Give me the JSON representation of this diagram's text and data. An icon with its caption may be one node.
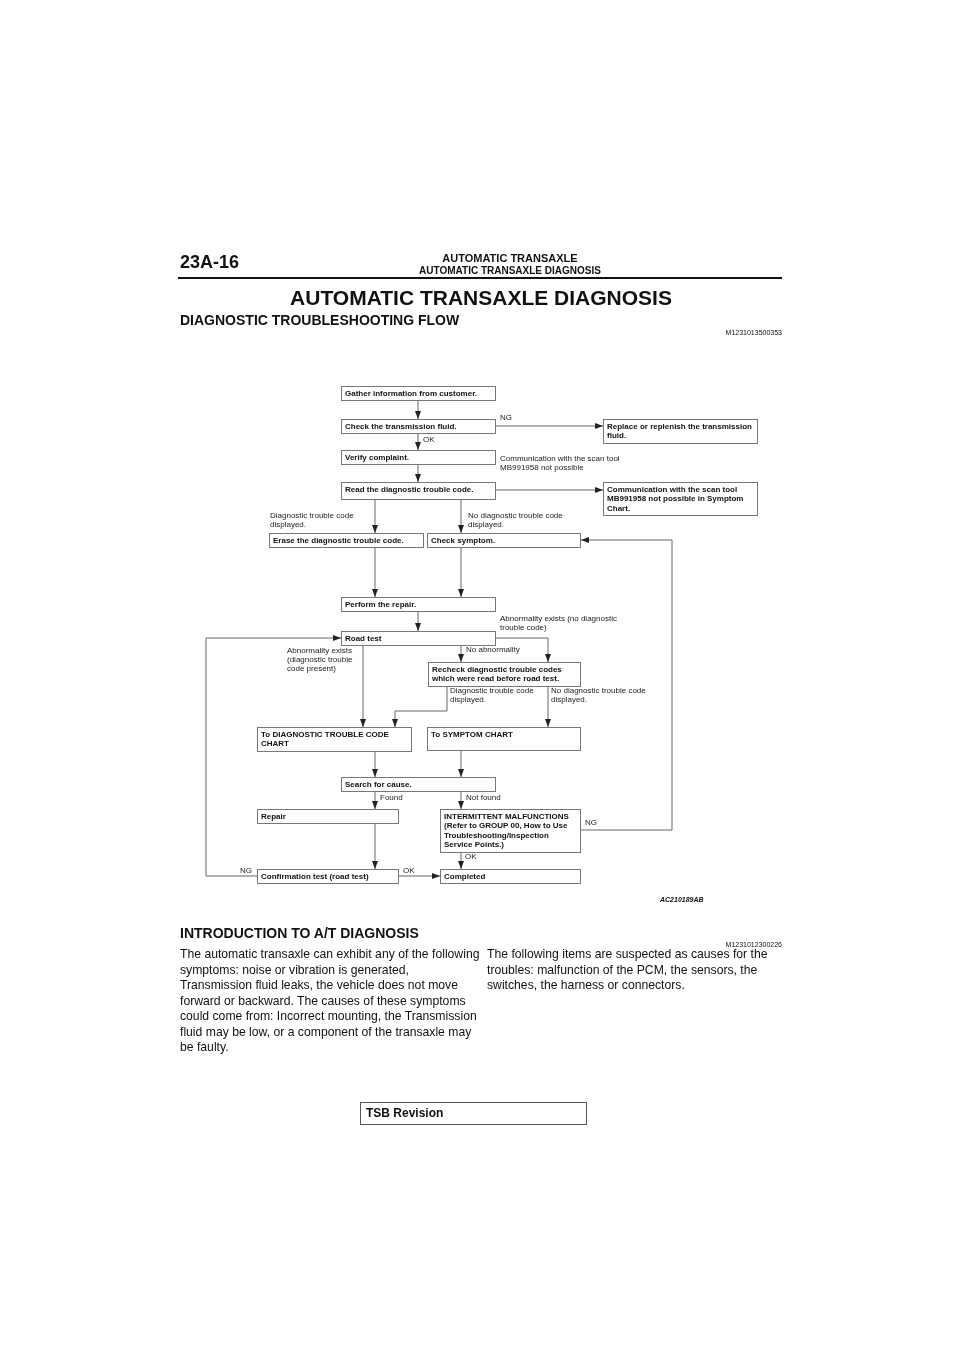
{
  "diagram": {
    "title": "AUTOMATIC TRANSAXLE DIAGNOSIS",
    "nodes": [
      {
        "text": [
          "Gather information from customer."
        ]
      },
      {
        "text": [
          "Check the  transmission fluid."
        ]
      },
      {
        "text": [
          "Replace or replenish the transmission fluid."
        ]
      },
      {
        "text": [
          "Verify complaint."
        ]
      },
      {
        "text": [
          "Read the diagnostic trouble code."
        ]
      },
      {
        "text": [
          "Communication with the scan tool MB991958 not possible in Symptom Chart."
        ]
      },
      {
        "text": [
          "Erase the diagnostic trouble code."
        ]
      },
      {
        "text": [
          "Check symptom."
        ]
      },
      {
        "text": [
          "Perform the repair."
        ]
      },
      {
        "text": [
          "Road test"
        ]
      },
      {
        "text": [
          "Recheck diagnostic trouble codes which were read before road test."
        ]
      },
      {
        "text": [
          "To DIAGNOSTIC TROUBLE CODE CHART"
        ]
      },
      {
        "text": [
          "To SYMPTOM CHART"
        ]
      },
      {
        "text": [
          "Search for cause."
        ]
      },
      {
        "text": [
          "Repair"
        ]
      },
      {
        "text": [
          "INTERMITTENT MALFUNCTIONS (Refer to GROUP 00, How to Use Troubleshooting/Inspection Service Points.)"
        ]
      },
      {
        "text": [
          "Confirmation test (road test)"
        ]
      },
      {
        "text": [
          "Completed"
        ]
      }
    ],
    "edges": [
      {
        "from": 0,
        "to": 1,
        "arrow": "to"
      },
      {
        "from": 1,
        "to": 2,
        "arrow": "to",
        "label": "NG"
      },
      {
        "from": 1,
        "to": 3,
        "arrow": "to",
        "label": "OK"
      },
      {
        "from": 3,
        "to": 4,
        "arrow": "to"
      },
      {
        "from": 4,
        "to": 5,
        "arrow": "to",
        "label": "Communication with the scan tool MB991958 not possible"
      },
      {
        "from": 4,
        "to": 6,
        "arrow": "to",
        "label": "Diagnostic trouble code displayed."
      },
      {
        "from": 4,
        "to": 7,
        "arrow": "to",
        "label": "No diagnostic trouble code displayed."
      },
      {
        "from": 6,
        "to": 8,
        "arrow": "to"
      },
      {
        "from": 7,
        "to": 8,
        "arrow": "to"
      },
      {
        "from": 8,
        "to": 9,
        "arrow": "to"
      },
      {
        "from": 9,
        "to": 10,
        "arrow": "to",
        "label": "No abnormality"
      },
      {
        "from": 9,
        "to": 10,
        "arrow": "to",
        "label": "Abnormality exists (no diagnostic trouble code)"
      },
      {
        "from": 9,
        "to": 11,
        "arrow": "to",
        "label": "Abnormality exists (diagnostic trouble code present)"
      },
      {
        "from": 10,
        "to": 11,
        "arrow": "to",
        "label": "Diagnostic trouble code displayed."
      },
      {
        "from": 10,
        "to": 12,
        "arrow": "to",
        "label": "No diagnostic trouble code displayed."
      },
      {
        "from": 11,
        "to": 13,
        "arrow": "to"
      },
      {
        "from": 12,
        "to": 13,
        "arrow": "to"
      },
      {
        "from": 13,
        "to": 14,
        "arrow": "to",
        "label": "Found"
      },
      {
        "from": 13,
        "to": 15,
        "arrow": "to",
        "label": "Not found"
      },
      {
        "from": 14,
        "to": 16,
        "arrow": "to"
      },
      {
        "from": 15,
        "to": 17,
        "arrow": "to",
        "label": "OK"
      },
      {
        "from": 15,
        "to": 7,
        "arrow": "to",
        "label": "NG"
      },
      {
        "from": 16,
        "to": 17,
        "arrow": "to",
        "label": "OK"
      },
      {
        "from": 16,
        "to": 9,
        "arrow": "to",
        "label": "NG"
      }
    ],
    "labels": [
      "23A-16",
      "AUTOMATIC TRANSAXLE",
      "AUTOMATIC TRANSAXLE DIAGNOSIS",
      "DIAGNOSTIC TROUBLESHOOTING FLOW",
      "M1231013500353",
      "AC210189AB",
      "INTRODUCTION TO A/T DIAGNOSIS",
      "M1231012300226",
      "The automatic transaxle can exhibit any of the following symptoms: noise or vibration is generated, Transmission fluid leaks, the vehicle does not move forward or backward. The causes of these symptoms could come from: Incorrect mounting, the Transmission fluid may be low, or a component of the transaxle may be faulty.",
      "The following items are suspected as causes for the troubles: malfunction of the PCM, the sensors, the switches, the harness or connectors.",
      "TSB Revision"
    ]
  }
}
